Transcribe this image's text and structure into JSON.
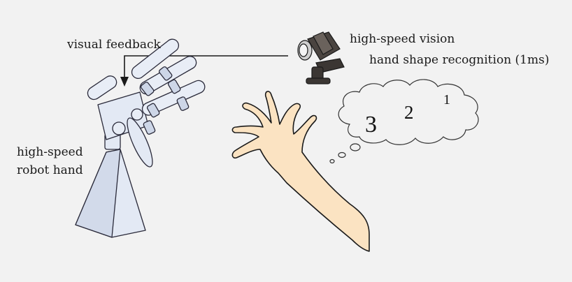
{
  "labels": {
    "visual_feedback": "visual feedback",
    "vision_line1": "high-speed vision",
    "vision_line2": "hand shape recognition (1ms)",
    "robot_line1": "high-speed",
    "robot_line2": "robot hand"
  },
  "thought_numbers": [
    "3",
    "2",
    "1"
  ],
  "icons": {
    "camera": "high-speed-camera-icon",
    "robot": "robot-hand-icon",
    "hand": "human-hand-icon",
    "cloud": "thought-bubble-icon"
  },
  "colors": {
    "background": "#f2f2f2",
    "skin": "#fbe3c2",
    "robot_fill": "#dfe6f2",
    "camera_dark": "#3b3633",
    "line": "#1a1a1a"
  }
}
